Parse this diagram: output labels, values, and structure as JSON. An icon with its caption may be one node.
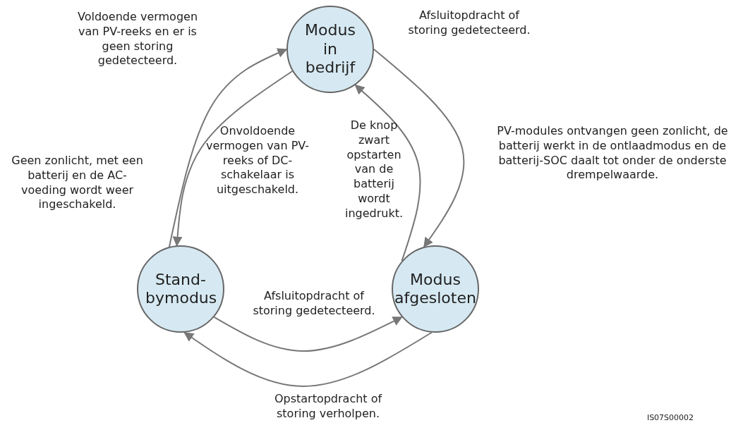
{
  "diagram": {
    "nodes": [
      {
        "text": [
          "Modus in bedrijf"
        ]
      },
      {
        "text": [
          "Stand-bymodus"
        ]
      },
      {
        "text": [
          "Modus afgesloten"
        ]
      }
    ],
    "edges": [
      {
        "from": 1,
        "to": 0,
        "arrow": "to",
        "label": "Voldoende vermogen van PV-reeks en er is geen storing gedetecteerd."
      },
      {
        "from": 0,
        "to": 1,
        "arrow": "to",
        "label": "Onvoldoende vermogen van PV-reeks of DC-schakelaar is uitgeschakeld."
      },
      {
        "from": 0,
        "to": 2,
        "arrow": "to",
        "label": "Afsluitopdracht of storing gedetecteerd."
      },
      {
        "from": 2,
        "to": 0,
        "arrow": "to",
        "label": "De knop zwart opstarten van de batterij wordt ingedrukt."
      },
      {
        "from": 1,
        "to": 2,
        "arrow": "to",
        "label": "Afsluitopdracht of storing gedetecteerd."
      },
      {
        "from": 2,
        "to": 1,
        "arrow": "to",
        "label": "Opstartopdracht of storing verholpen."
      }
    ],
    "labels": [
      "Geen zonlicht, met een batterij en de AC-voeding wordt weer ingeschakeld.",
      "PV-modules ontvangen geen zonlicht, de batterij werkt in de ontlaadmodus en de batterij-SOC daalt tot onder de onderste drempelwaarde.",
      "IS07S00002"
    ]
  }
}
